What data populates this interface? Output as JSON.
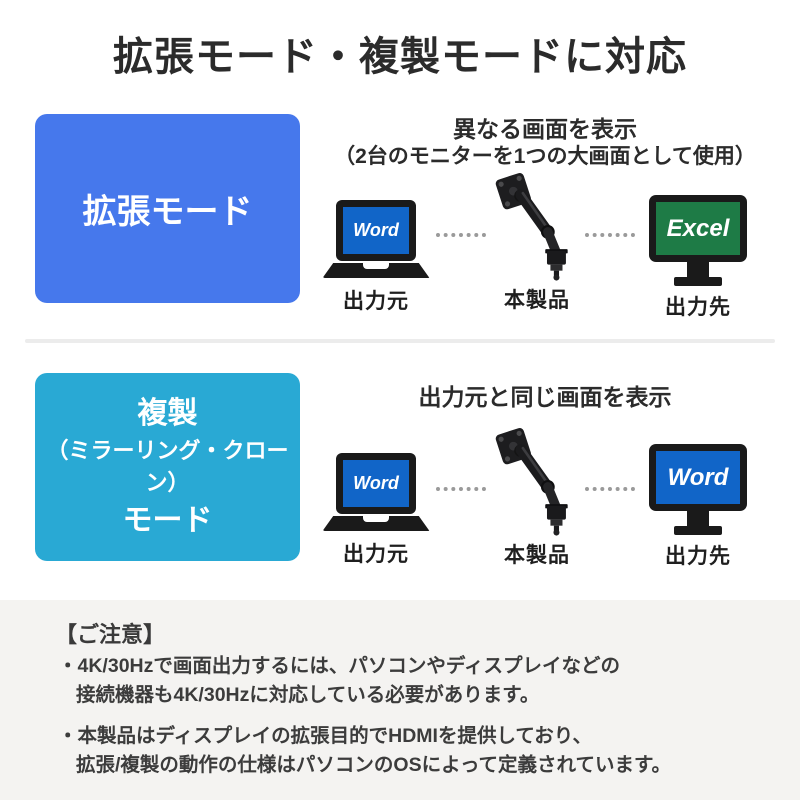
{
  "title": "拡張モード・複製モードに対応",
  "colors": {
    "extend_box": "#4678EC",
    "duplicate_box": "#29A9D4",
    "screen_blue": "#1165C8",
    "screen_green": "#1E7B46",
    "note_bg": "#F4F3F1"
  },
  "extend_section": {
    "mode_label": "拡張モード",
    "heading_line1": "異なる画面を表示",
    "heading_line2": "（2台のモニターを1つの大画面として使用）",
    "source_screen": "Word",
    "source_caption": "出力元",
    "product_caption": "本製品",
    "dest_screen": "Excel",
    "dest_caption": "出力先"
  },
  "duplicate_section": {
    "mode_line1": "複製",
    "mode_line2": "（ミラーリング・クローン）",
    "mode_line3": "モード",
    "heading": "出力元と同じ画面を表示",
    "source_screen": "Word",
    "source_caption": "出力元",
    "product_caption": "本製品",
    "dest_screen": "Word",
    "dest_caption": "出力先"
  },
  "notes": {
    "title": "【ご注意】",
    "items": [
      {
        "line1": "・4K/30Hzで画面出力するには、パソコンやディスプレイなどの",
        "line2": "接続機器も4K/30Hzに対応している必要があります。"
      },
      {
        "line1": "・本製品はディスプレイの拡張目的でHDMIを提供しており、",
        "line2": "拡張/複製の動作の仕様はパソコンのOSによって定義されています。"
      }
    ]
  }
}
